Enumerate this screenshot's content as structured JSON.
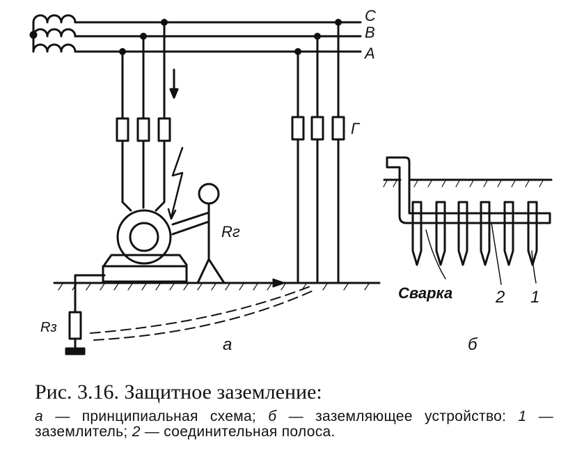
{
  "figure": {
    "phase_labels": [
      "C",
      "B",
      "A"
    ],
    "fuse_label": "Г",
    "person_resistance_label": "Rг",
    "ground_resistance_label": "Rз",
    "panel_a_label": "a",
    "panel_b_label": "б",
    "weld_label": "Сварка",
    "strip_label": "2",
    "electrode_label": "1"
  },
  "caption": {
    "title": "Рис. 3.16. Защитное заземление:",
    "a_key": "а",
    "a_text": " — принципиальная схема;  ",
    "b_key": "б",
    "b_text": " — заземляющее устройство:  ",
    "one_key": "1",
    "one_text": " — заземлитель;  ",
    "two_key": "2",
    "two_text": " — соединительная полоса."
  }
}
